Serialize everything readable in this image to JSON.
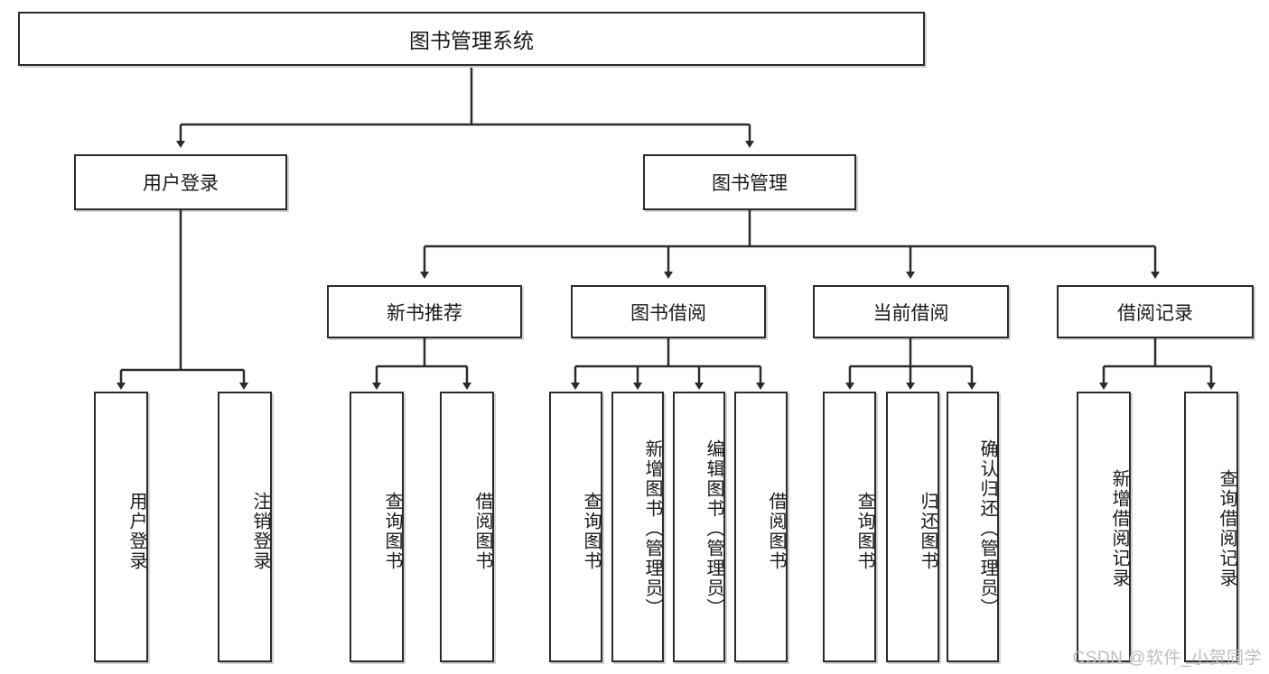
{
  "diagram": {
    "title": "图书管理系统",
    "type": "tree-hierarchy",
    "root": {
      "label": "图书管理系统"
    },
    "level1": [
      {
        "label": "用户登录"
      },
      {
        "label": "图书管理"
      }
    ],
    "level2": [
      {
        "label": "新书推荐"
      },
      {
        "label": "图书借阅"
      },
      {
        "label": "当前借阅"
      },
      {
        "label": "借阅记录"
      }
    ],
    "leaves": {
      "user_login": [
        {
          "label": "用户登录"
        },
        {
          "label": "注销登录"
        }
      ],
      "new_book_recommend": [
        {
          "label": "查询图书"
        },
        {
          "label": "借阅图书"
        }
      ],
      "book_borrow": [
        {
          "label": "查询图书"
        },
        {
          "label": "新增图书（管理员）"
        },
        {
          "label": "编辑图书（管理员）"
        },
        {
          "label": "借阅图书"
        }
      ],
      "current_borrow": [
        {
          "label": "查询图书"
        },
        {
          "label": "归还图书"
        },
        {
          "label": "确认归还（管理员）"
        }
      ],
      "borrow_record": [
        {
          "label": "新增借阅记录"
        },
        {
          "label": "查询借阅记录"
        }
      ]
    }
  },
  "watermark": {
    "text": "CSDN @软件_小贺同学"
  },
  "colors": {
    "border": "#2b2b2b",
    "background": "#ffffff",
    "text": "#1a1a1a",
    "watermark": "#bdbdbd"
  }
}
